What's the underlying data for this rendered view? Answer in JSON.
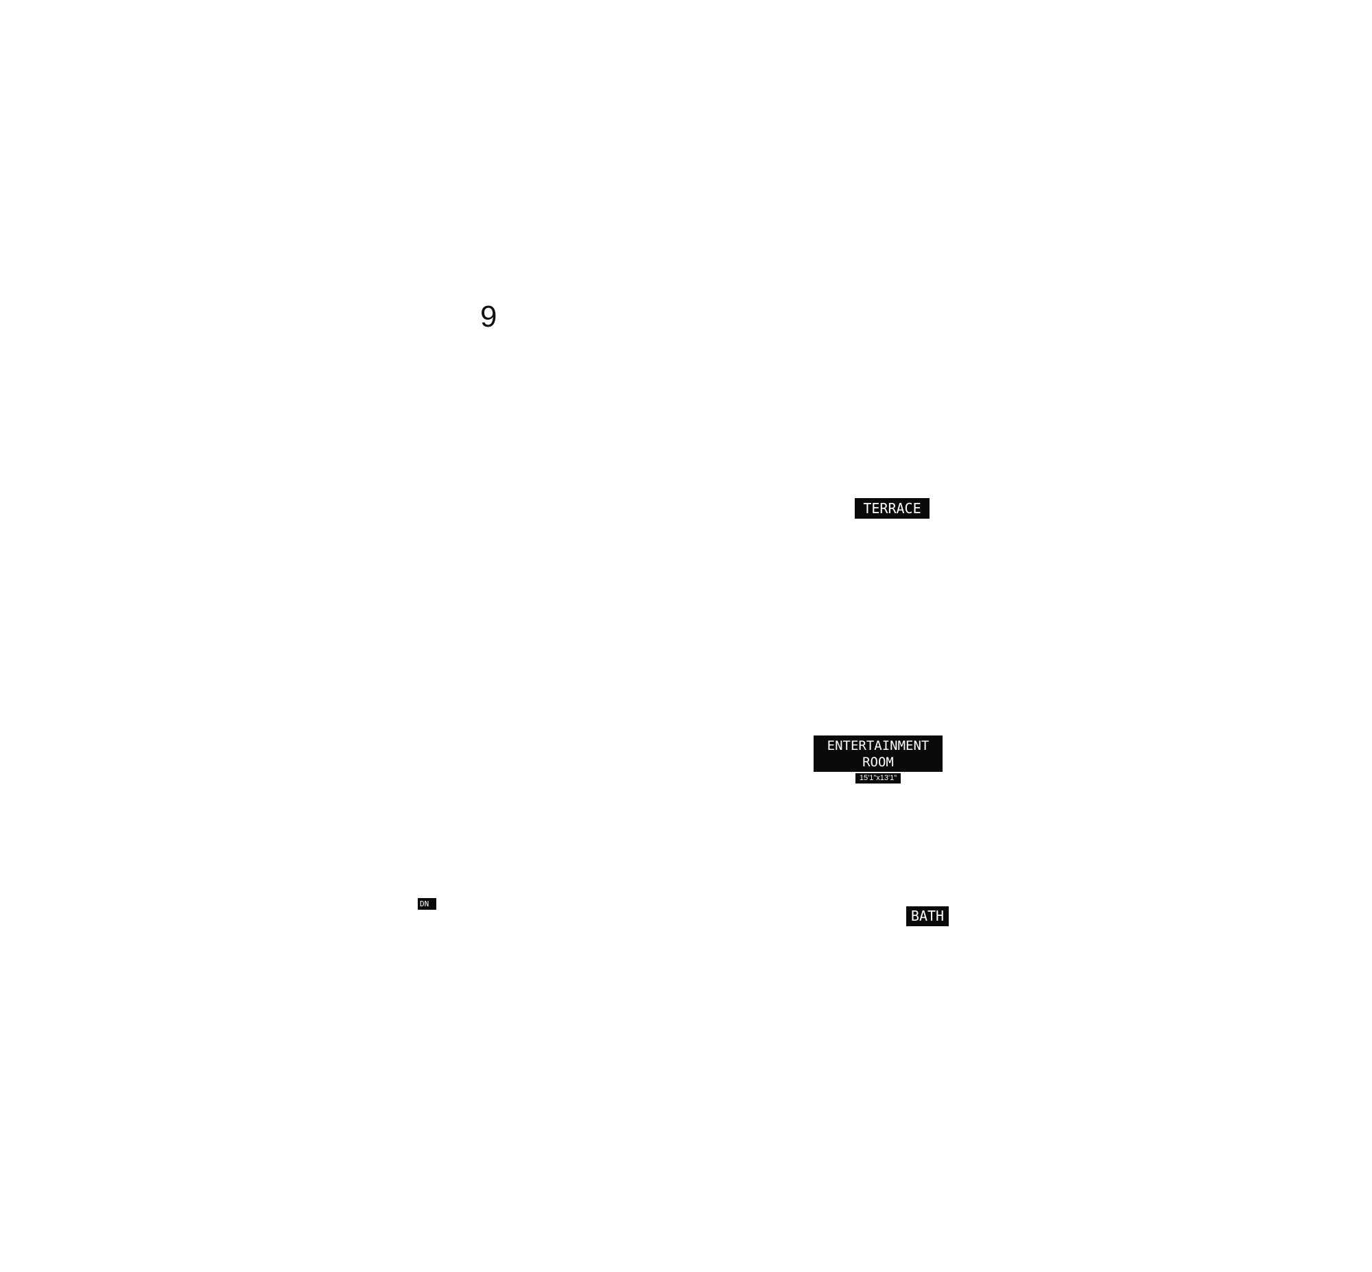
{
  "floor_plan": {
    "page_number": "9",
    "rooms": {
      "terrace": {
        "name": "TERRACE"
      },
      "entertainment_room": {
        "name_line1": "ENTERTAINMENT",
        "name_line2": "ROOM",
        "dimensions": "15'1\"x13'1\""
      },
      "bath": {
        "name": "BATH"
      }
    },
    "stairs": {
      "label": "DN"
    }
  }
}
